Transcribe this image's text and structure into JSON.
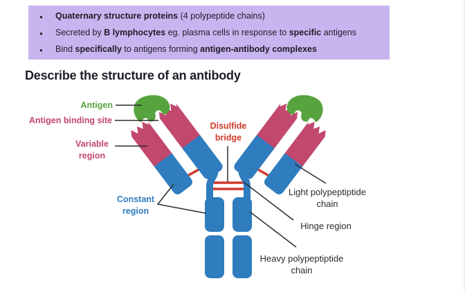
{
  "colors": {
    "purple_bg": "#c8b5f0",
    "pink": "#c2486e",
    "blue": "#2f7cbe",
    "green": "#57a33e",
    "red": "#cf3a2a",
    "ink": "#1d1b26",
    "label_black": "#2b2b30",
    "line": "#2b2b2b"
  },
  "notes_box": {
    "bullet": "●",
    "b1": {
      "s1": "Quaternary structure proteins",
      "s2": " (4 polypeptide chains)"
    },
    "b2": {
      "s1": "Secreted by ",
      "s2": "B lymphocytes",
      "s3": " eg. plasma cells in response to ",
      "s4": "specific",
      "s5": " antigens"
    },
    "b3": {
      "s1": "Bind ",
      "s2": "specifically",
      "s3": " to antigens forming ",
      "s4": "antigen-antibody complexes"
    }
  },
  "heading": {
    "title": "Describe the structure of an antibody"
  },
  "diagram": {
    "labels": {
      "antigen": "Antigen",
      "antigen_binding_site": "Antigen binding site",
      "variable_line1": "Variable",
      "variable_line2": "region",
      "constant_line1": "Constant",
      "constant_line2": "region",
      "disulfide_line1": "Disulfide",
      "disulfide_line2": "bridge",
      "light_chain_line1": "Light polypeptiptide",
      "light_chain_line2": "chain",
      "hinge": "Hinge region",
      "heavy_chain_line1": "Heavy polypeptiptide",
      "heavy_chain_line2": "chain"
    }
  }
}
